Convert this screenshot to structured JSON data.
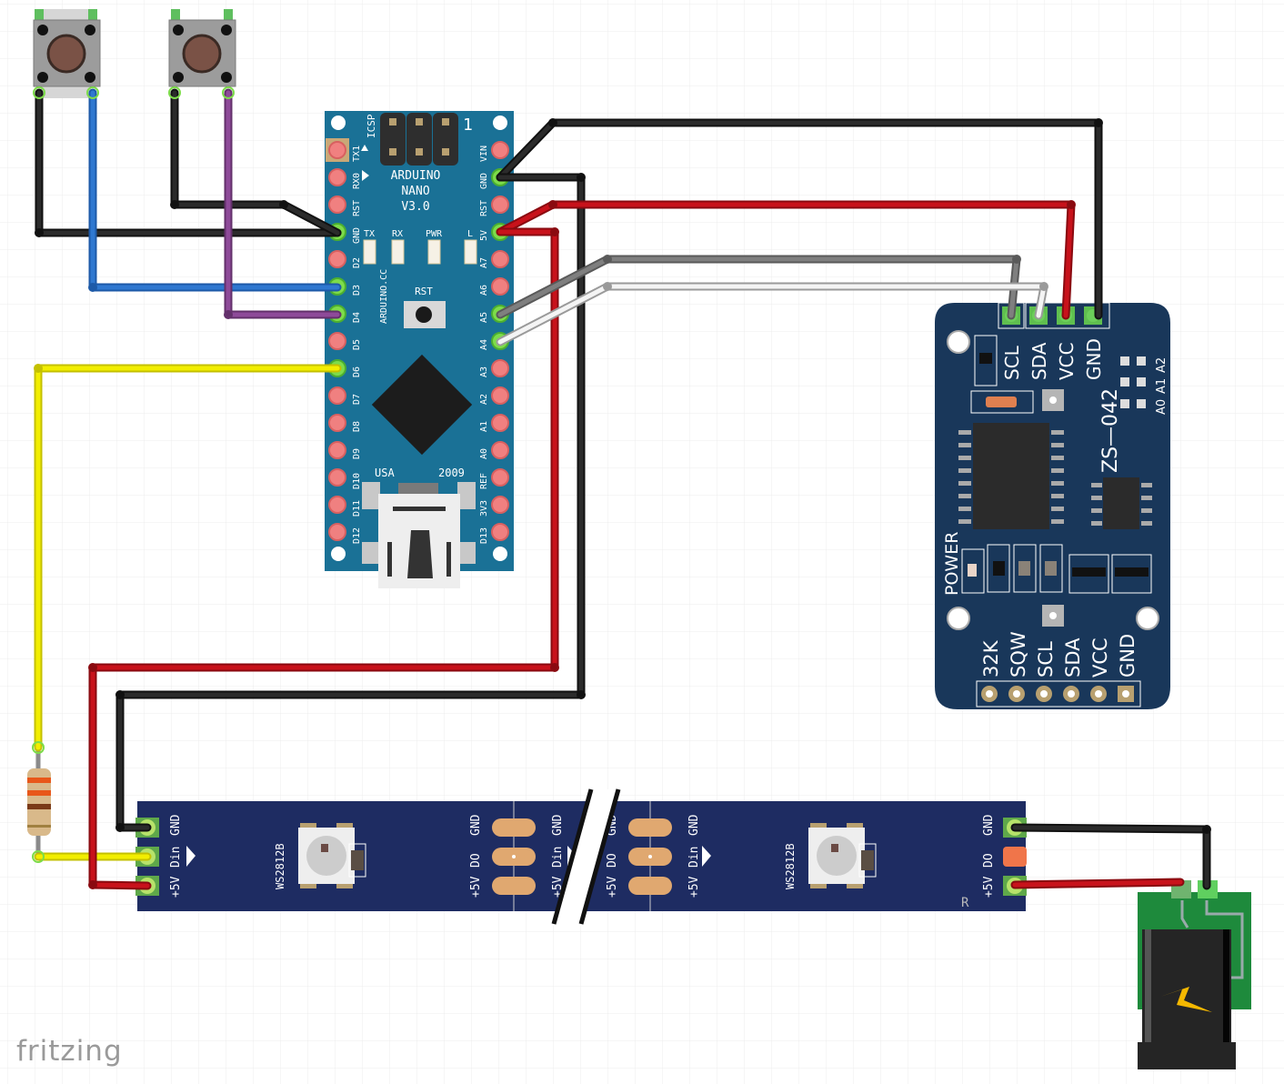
{
  "app": {
    "logo_text": "fritzing"
  },
  "colors": {
    "grid": "#ececec",
    "nano_board": "#1a7196",
    "rtc_board": "#19375a",
    "strip_board": "#1e2c62",
    "pin_pad": "#f08080",
    "connected_pin": "#7ddc4a",
    "wire_black": "#2b2b2b",
    "wire_red": "#c8121b",
    "wire_blue": "#2f78d0",
    "wire_purple": "#8e4a99",
    "wire_yellow": "#f2ee00",
    "wire_gray": "#7f7f7f",
    "wire_white": "#f4f4f4",
    "barrel_pcb": "#1e8a3c",
    "solder_pad": "#e0a870"
  },
  "arduino_nano": {
    "title_line1": "ARDUINO",
    "title_line2": "NANO",
    "title_line3": "V3.0",
    "icsp_label": "ICSP",
    "icsp_pin1": "1",
    "site": "ARDUINO.CC",
    "country": "USA",
    "year": "2009",
    "reset_label": "RST",
    "leds": [
      "TX",
      "RX",
      "PWR",
      "L"
    ],
    "left_pins": [
      "TX1",
      "RX0",
      "RST",
      "GND",
      "D2",
      "D3",
      "D4",
      "D5",
      "D6",
      "D7",
      "D8",
      "D9",
      "D10",
      "D11",
      "D12"
    ],
    "right_pins": [
      "VIN",
      "GND",
      "RST",
      "5V",
      "A7",
      "A6",
      "A5",
      "A4",
      "A3",
      "A2",
      "A1",
      "A0",
      "REF",
      "3V3",
      "D13"
    ]
  },
  "rtc_module": {
    "model": "ZS—042",
    "top_pins": [
      "SCL",
      "SDA",
      "VCC",
      "GND"
    ],
    "bottom_pins": [
      "32K",
      "SQW",
      "SCL",
      "SDA",
      "VCC",
      "GND"
    ],
    "address_labels": [
      "A0",
      "A1",
      "A2"
    ],
    "power_label": "POWER"
  },
  "led_strip": {
    "led_chip": "WS2812B",
    "in_labels": [
      "+5V",
      "Din",
      "GND"
    ],
    "out_labels": [
      "+5V",
      "DO",
      "GND"
    ],
    "reversed_mark": "R"
  },
  "components": {
    "buttons": [
      "pushbutton-1",
      "pushbutton-2"
    ],
    "resistor": "resistor",
    "power_jack": "dc-barrel-jack"
  }
}
